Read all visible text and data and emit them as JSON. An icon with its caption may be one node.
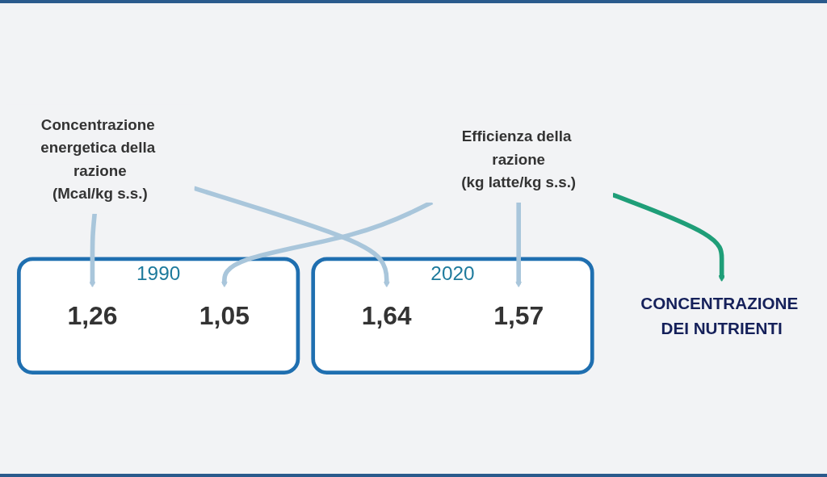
{
  "diagram": {
    "nodes": [
      {
        "text": [],
        "shape": "box",
        "beside": [
          "1990"
        ]
      },
      {
        "text": [
          "1,26"
        ],
        "in": 0
      },
      {
        "text": [
          "1,05"
        ],
        "in": 0
      },
      {
        "text": [],
        "shape": "box",
        "beside": [
          "2020"
        ]
      },
      {
        "text": [
          "1,64"
        ],
        "in": 3
      },
      {
        "text": [
          "1,57"
        ],
        "in": 3
      },
      {
        "text": [
          "Concentrazione energetica della razione",
          "(Mcal/kg s.s.)"
        ]
      },
      {
        "text": [
          "Efficienza della razione",
          "(kg latte/kg s.s.)"
        ]
      },
      {
        "text": [
          "CONCENTRAZIONE DEI NUTRIENTI"
        ]
      }
    ],
    "edges": [
      {
        "from": 6,
        "to": 1,
        "arrow": "to"
      },
      {
        "from": 6,
        "to": 4,
        "arrow": "to"
      },
      {
        "from": 7,
        "to": 2,
        "arrow": "to"
      },
      {
        "from": 7,
        "to": 5,
        "arrow": "to"
      },
      {
        "from": 7,
        "to": 8,
        "arrow": "to",
        "color": "#1f9e78"
      }
    ]
  }
}
